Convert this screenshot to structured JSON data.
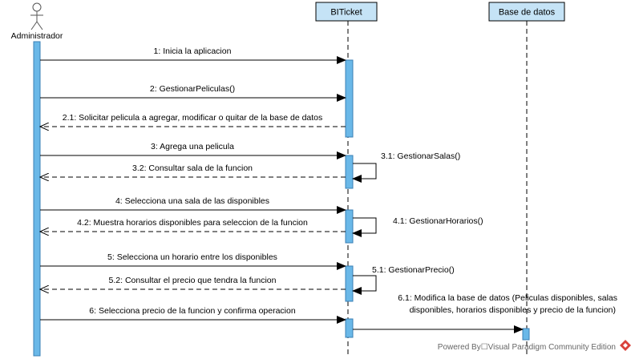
{
  "diagram": {
    "type": "sequence",
    "actor": {
      "label": "Administrador"
    },
    "participants": [
      {
        "id": "bit",
        "label": "BITicket"
      },
      {
        "id": "db",
        "label": "Base de datos"
      }
    ],
    "messages": [
      {
        "id": "m1",
        "label": "1: Inicia la aplicacion",
        "kind": "call"
      },
      {
        "id": "m2",
        "label": "2: GestionarPeliculas()",
        "kind": "call"
      },
      {
        "id": "m21",
        "label": "2.1: Solicitar pelicula a agregar, modificar o quitar de la base de datos",
        "kind": "return"
      },
      {
        "id": "m3",
        "label": "3: Agrega una pelicula",
        "kind": "call"
      },
      {
        "id": "m31",
        "label": "3.1: GestionarSalas()",
        "kind": "self"
      },
      {
        "id": "m32",
        "label": "3.2: Consultar sala de la funcion",
        "kind": "return"
      },
      {
        "id": "m4",
        "label": "4: Selecciona una sala de las disponibles",
        "kind": "call"
      },
      {
        "id": "m41",
        "label": "4.1: GestionarHorarios()",
        "kind": "self"
      },
      {
        "id": "m42",
        "label": "4.2: Muestra horarios disponibles para seleccion de la funcion",
        "kind": "return"
      },
      {
        "id": "m5",
        "label": "5: Selecciona un horario entre los disponibles",
        "kind": "call"
      },
      {
        "id": "m51",
        "label": "5.1: GestionarPrecio()",
        "kind": "self"
      },
      {
        "id": "m52",
        "label": "5.2: Consultar el precio que tendra la funcion",
        "kind": "return"
      },
      {
        "id": "m6",
        "label": "6: Selecciona precio de la funcion y confirma operacion",
        "kind": "call"
      },
      {
        "id": "m61",
        "label_line1": "6.1: Modifica la base de datos (Peliculas disponibles, salas",
        "label_line2": "disponibles, horarios disponibles y precio de la funcion)",
        "kind": "call"
      }
    ],
    "footer": "Powered By☐Visual Paradigm Community Edition",
    "colors": {
      "activation": "#6ab8e8",
      "header": "#c5e3f6",
      "line": "#000000",
      "logo": "#d9413b"
    }
  }
}
